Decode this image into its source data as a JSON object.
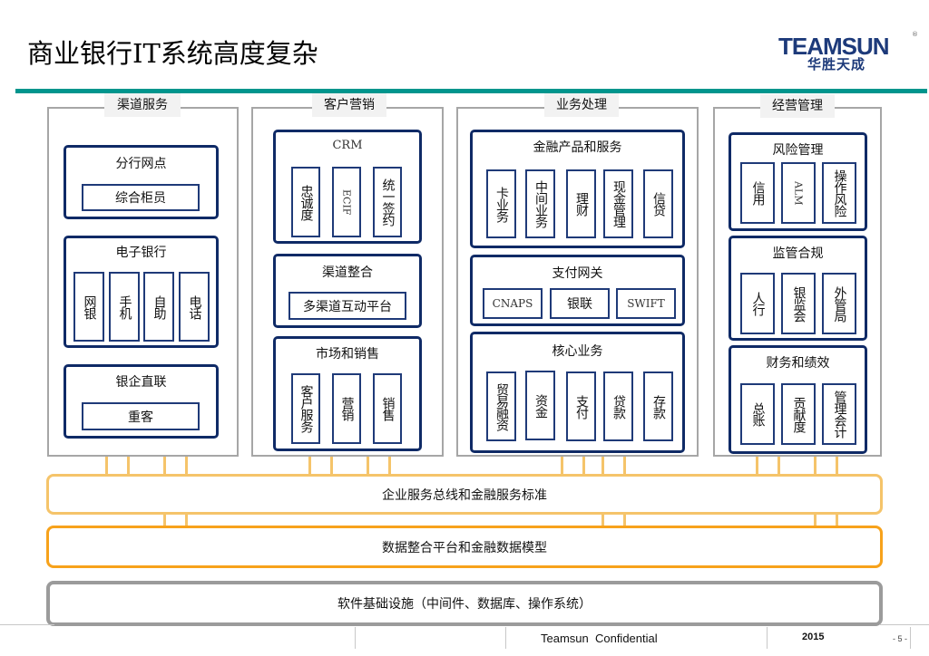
{
  "header": {
    "title": "商业银行IT系统高度复杂",
    "logo_text": "TEAMSUN",
    "logo_registered": "®",
    "logo_subtitle": "华胜天成"
  },
  "columns": [
    {
      "label": "渠道服务",
      "boxes": [
        {
          "title": "分行网点",
          "items": [
            "综合柜员"
          ]
        },
        {
          "title": "电子银行",
          "items": [
            "网银",
            "手机",
            "自助",
            "电话"
          ]
        },
        {
          "title": "银企直联",
          "items": [
            "重客"
          ]
        }
      ]
    },
    {
      "label": "客户营销",
      "boxes": [
        {
          "title": "CRM",
          "items": [
            "忠诚度",
            "ECIF",
            "统一签约"
          ]
        },
        {
          "title": "渠道整合",
          "items": [
            "多渠道互动平台"
          ]
        },
        {
          "title": "市场和销售",
          "items": [
            "客户服务",
            "营销",
            "销售"
          ]
        }
      ]
    },
    {
      "label": "业务处理",
      "boxes": [
        {
          "title": "金融产品和服务",
          "items": [
            "卡业务",
            "中间业务",
            "理财",
            "现金管理",
            "信贷"
          ]
        },
        {
          "title": "支付网关",
          "items": [
            "CNAPS",
            "银联",
            "SWIFT"
          ]
        },
        {
          "title": "核心业务",
          "items": [
            "贸易融资",
            "资金",
            "支付",
            "贷款",
            "存款"
          ]
        }
      ]
    },
    {
      "label": "经营管理",
      "boxes": [
        {
          "title": "风险管理",
          "items": [
            "信用",
            "ALM",
            "操作风险"
          ]
        },
        {
          "title": "监管合规",
          "items": [
            "人行",
            "银监会",
            "外管局"
          ]
        },
        {
          "title": "财务和绩效",
          "items": [
            "总账",
            "贡献度",
            "管理会计"
          ]
        }
      ]
    }
  ],
  "layers": [
    {
      "label": "企业服务总线和金融服务标准"
    },
    {
      "label": "数据整合平台和金融数据模型"
    },
    {
      "label": "软件基础设施（中间件、数据库、操作系统）"
    }
  ],
  "footer": {
    "confidential": "Teamsun  Confidential",
    "year": "2015",
    "page": "- 5 -"
  },
  "colors": {
    "teal_rule": "#00958d",
    "box_border": "#0f2a66",
    "esb_border": "#f5c46a",
    "data_border": "#f7a21b",
    "infra_border": "#9b9b9b",
    "logo": "#1d3a7a"
  }
}
